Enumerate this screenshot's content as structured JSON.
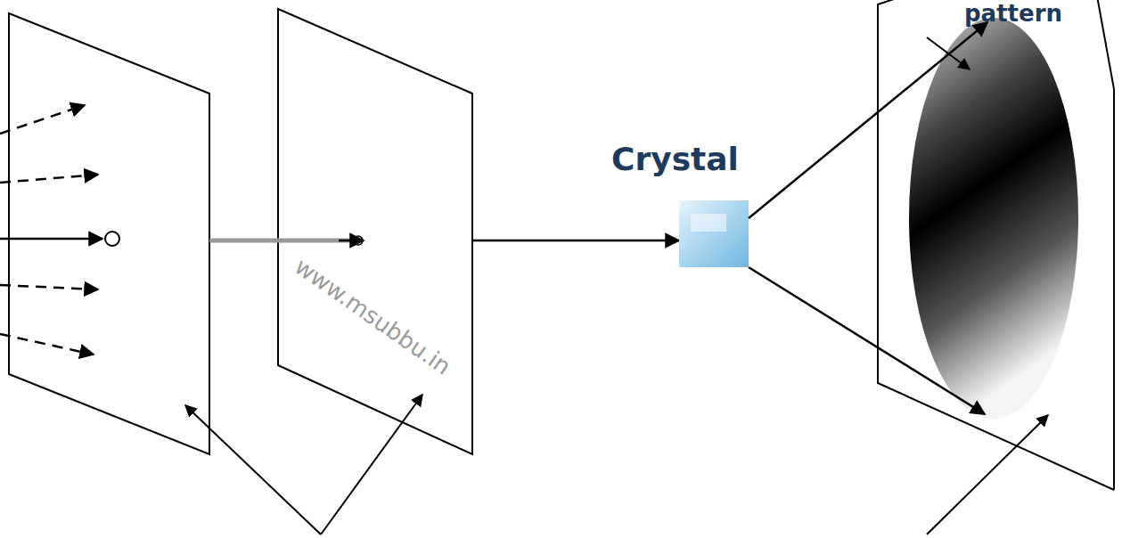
{
  "diagram": {
    "labels": [
      "Crystal",
      "pattern",
      "www.msubbu.in"
    ]
  }
}
